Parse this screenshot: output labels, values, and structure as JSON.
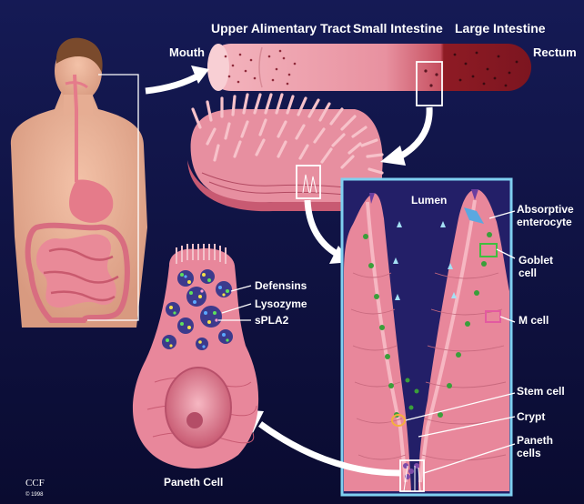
{
  "header": {
    "upper_tract": "Upper Alimentary Tract",
    "small_intestine": "Small Intestine",
    "large_intestine": "Large Intestine",
    "mouth": "Mouth",
    "rectum": "Rectum"
  },
  "crypt_panel": {
    "lumen": "Lumen",
    "absorptive_line1": "Absorptive",
    "absorptive_line2": "enterocyte",
    "goblet_line1": "Goblet",
    "goblet_line2": "cell",
    "m_cell": "M cell",
    "stem_cell": "Stem cell",
    "crypt": "Crypt",
    "paneth_line1": "Paneth",
    "paneth_line2": "cells"
  },
  "paneth_cell": {
    "defensins": "Defensins",
    "lysozyme": "Lysozyme",
    "spla2": "sPLA2",
    "title": "Paneth Cell"
  },
  "credit": {
    "ccf": "CCF",
    "year": "© 1998"
  },
  "colors": {
    "background": "#0c0e3a",
    "tissue_pink": "#e8879b",
    "panel_border": "#7fd0f0",
    "large_intestine": "#8e1b24",
    "highlight_box": "#ffffff"
  }
}
